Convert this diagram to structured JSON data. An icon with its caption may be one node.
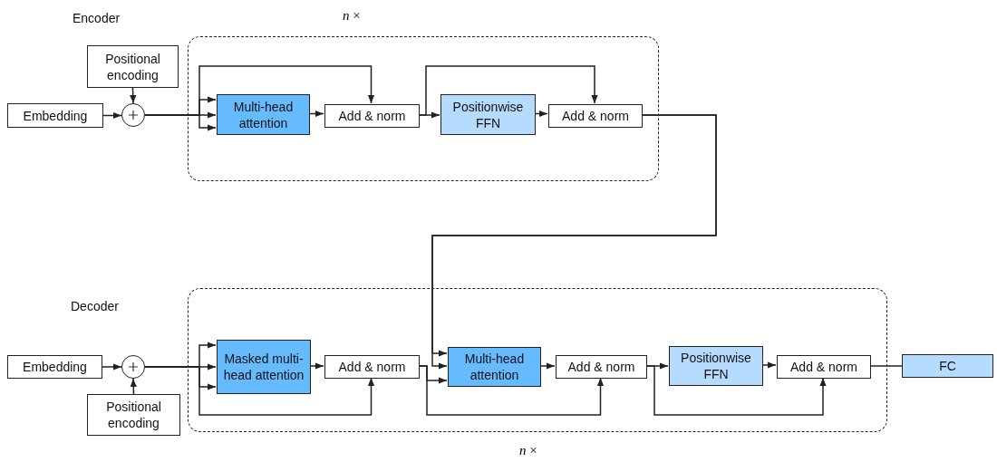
{
  "diagram": {
    "nodes": [
      {
        "text": [
          "Embedding"
        ]
      },
      {
        "text": [
          "Positional encoding"
        ]
      },
      {
        "text": [],
        "shape": "circle"
      },
      {
        "text": [
          "*n* ×"
        ]
      },
      {
        "text": [
          "Multi-head attention"
        ],
        "in": 3
      },
      {
        "text": [
          "Add & norm"
        ],
        "in": 3
      },
      {
        "text": [
          "Positionwise FFN"
        ],
        "in": 3
      },
      {
        "text": [
          "Add & norm"
        ],
        "in": 3
      },
      {
        "text": [
          "Embedding"
        ]
      },
      {
        "text": [],
        "shape": "circle"
      },
      {
        "text": [
          "Positional encoding"
        ]
      },
      {
        "text": [
          "*n* ×"
        ]
      },
      {
        "text": [
          "Masked multi-head attention"
        ],
        "in": 11
      },
      {
        "text": [
          "Add & norm"
        ],
        "in": 11
      },
      {
        "text": [
          "Multi-head attention"
        ],
        "in": 11
      },
      {
        "text": [
          "Add & norm"
        ],
        "in": 11
      },
      {
        "text": [
          "Positionwise FFN"
        ],
        "in": 11
      },
      {
        "text": [
          "Add & norm"
        ],
        "in": 11
      },
      {
        "text": [
          "FC"
        ]
      }
    ],
    "edges": [
      {
        "from": 0,
        "to": 2,
        "arrow": "to"
      },
      {
        "from": 1,
        "to": 2,
        "arrow": "to"
      },
      {
        "from": 2,
        "to": 4,
        "arrow": "to"
      },
      {
        "from": 2,
        "to": 4,
        "arrow": "to"
      },
      {
        "from": 2,
        "to": 4,
        "arrow": "to"
      },
      {
        "from": 2,
        "to": 5,
        "arrow": "to"
      },
      {
        "from": 4,
        "to": 5,
        "arrow": "to"
      },
      {
        "from": 5,
        "to": 6,
        "arrow": "to"
      },
      {
        "from": 5,
        "to": 7,
        "arrow": "to"
      },
      {
        "from": 6,
        "to": 7,
        "arrow": "to"
      },
      {
        "from": 7,
        "to": 14,
        "arrow": "to"
      },
      {
        "from": 7,
        "to": 14,
        "arrow": "to"
      },
      {
        "from": 13,
        "to": 14,
        "arrow": "to"
      },
      {
        "from": 13,
        "to": 15,
        "arrow": "to"
      },
      {
        "from": 14,
        "to": 15,
        "arrow": "to"
      },
      {
        "from": 15,
        "to": 16,
        "arrow": "to"
      },
      {
        "from": 15,
        "to": 17,
        "arrow": "to"
      },
      {
        "from": 16,
        "to": 17,
        "arrow": "to"
      },
      {
        "from": 17,
        "to": 18,
        "arrow": "none"
      },
      {
        "from": 8,
        "to": 9,
        "arrow": "to"
      },
      {
        "from": 10,
        "to": 9,
        "arrow": "to"
      },
      {
        "from": 9,
        "to": 12,
        "arrow": "to"
      },
      {
        "from": 9,
        "to": 12,
        "arrow": "to"
      },
      {
        "from": 9,
        "to": 12,
        "arrow": "to"
      },
      {
        "from": 9,
        "to": 13,
        "arrow": "to"
      },
      {
        "from": 12,
        "to": 13,
        "arrow": "to"
      }
    ],
    "labels": [
      "Encoder",
      "Decoder"
    ]
  }
}
